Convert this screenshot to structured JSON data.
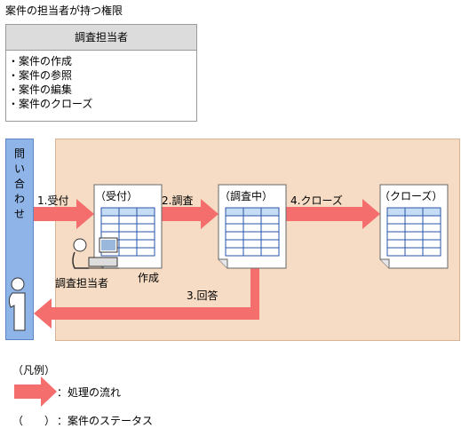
{
  "title": "案件の担当者が持つ権限",
  "permissions": {
    "header": "調査担当者",
    "items": [
      "案件の作成",
      "案件の参照",
      "案件の編集",
      "案件のクローズ"
    ]
  },
  "inquiry_label": "問い合わせ",
  "steps": {
    "step1": "1.受付",
    "step2": "2.調査",
    "step3": "3.回答",
    "step4": "4.クローズ"
  },
  "statuses": {
    "received": "（受付）",
    "investigating": "（調査中）",
    "closed": "（クローズ）"
  },
  "actor_label": "調査担当者",
  "create_label": "作成",
  "legend": {
    "title": "（凡例）",
    "flow": "：処理の流れ",
    "status_symbol": "（　　）",
    "status": "：案件のステータス"
  },
  "colors": {
    "arrow": "#f46e6e",
    "panel": "#f6dcc4",
    "inquiry": "#8fb4e8",
    "table_header": "#c6dcf4",
    "table_border": "#2a56a8"
  }
}
